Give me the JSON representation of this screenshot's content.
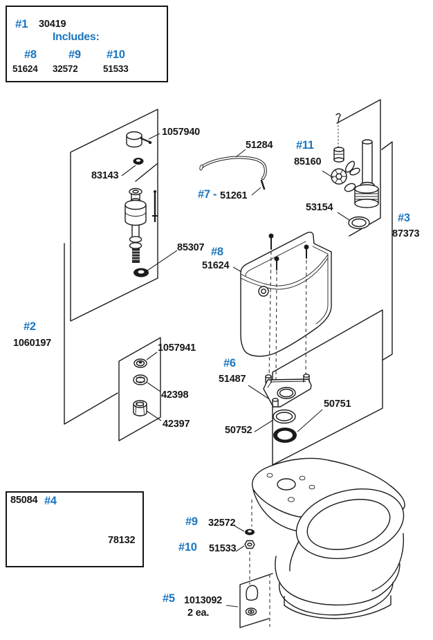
{
  "colors": {
    "accent_blue": "#1B76C0",
    "ink": "#161616"
  },
  "info_box": {
    "ref": "#1",
    "part": "30419",
    "includes_label": "Includes:",
    "items": [
      {
        "ref": "#8",
        "part": "51624"
      },
      {
        "ref": "#9",
        "part": "32572"
      },
      {
        "ref": "#10",
        "part": "51533"
      }
    ]
  },
  "lever_box": {
    "part": "85084",
    "ref": "#4",
    "nut_part": "78132"
  },
  "labels": {
    "cap": "1057940",
    "grommet": "83143",
    "hose": "51284",
    "clip_ref": "#7 -",
    "clip_num": "51261",
    "float_ref": "#11",
    "float_num": "85160",
    "flush_gasket": "53154",
    "flush_ref": "#3",
    "flush_num": "87373",
    "shank_washer": "85307",
    "tank_ref": "#8",
    "tank_num": "51624",
    "valve_kit_ref": "#2",
    "valve_kit_num": "1060197",
    "cone_washer": "1057941",
    "lock_nut": "42398",
    "coupling_nut": "42397",
    "tank_gasket_ref": "#6",
    "tank_gasket_num": "51487",
    "ring_lower": "50751",
    "ring_upper": "50752",
    "bolt_washer_ref": "#9",
    "bolt_washer_num": "32572",
    "bolt_nut_ref": "#10",
    "bolt_nut_num": "51533",
    "bolt_caps_ref": "#5",
    "bolt_caps_num": "1013092",
    "bolt_caps_qty": "2 ea."
  }
}
